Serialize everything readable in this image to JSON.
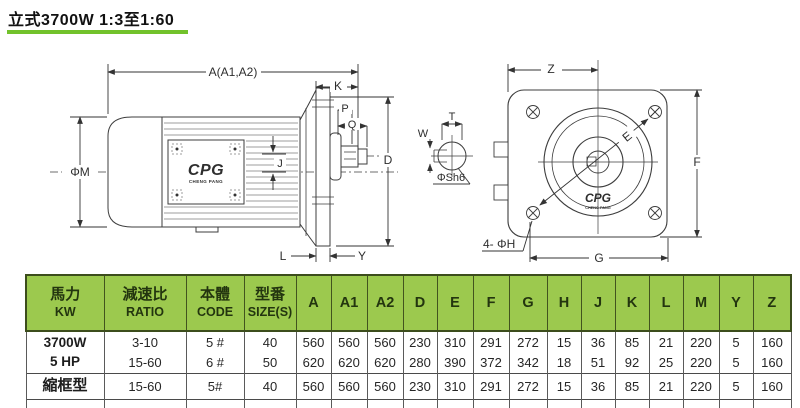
{
  "title": "立式3700W 1:3至1:60",
  "colors": {
    "accent_green": "#72c22b",
    "table_header_bg": "#9cc94e",
    "header_text": "#23350f"
  },
  "brand": {
    "logo": "CPG",
    "logo_sub": "CHENG PANG"
  },
  "diagram_labels": {
    "side_view": {
      "overall": "A(A1,A2)",
      "k": "K",
      "p": "P",
      "q": "Q",
      "d": "D",
      "j": "J",
      "phi_m": "ΦM",
      "l": "L",
      "y_dim": "Y"
    },
    "shaft_detail": {
      "t": "T",
      "w": "W",
      "shaft_dia": "ΦSh6"
    },
    "front_view": {
      "z": "Z",
      "e": "E",
      "f": "F",
      "g": "G",
      "holes": "4- ΦH"
    }
  },
  "table": {
    "headers": [
      {
        "line1": "馬力",
        "line2": "KW"
      },
      {
        "line1": "減速比",
        "line2": "RATIO"
      },
      {
        "line1": "本體",
        "line2": "CODE"
      },
      {
        "line1": "型番",
        "line2": "SIZE(S)"
      },
      {
        "line1": "A"
      },
      {
        "line1": "A1"
      },
      {
        "line1": "A2"
      },
      {
        "line1": "D"
      },
      {
        "line1": "E"
      },
      {
        "line1": "F"
      },
      {
        "line1": "G"
      },
      {
        "line1": "H"
      },
      {
        "line1": "J"
      },
      {
        "line1": "K"
      },
      {
        "line1": "L"
      },
      {
        "line1": "M"
      },
      {
        "line1": "Y"
      },
      {
        "line1": "Z"
      }
    ],
    "groups": [
      {
        "model_lines": [
          "3700W",
          "5 HP"
        ],
        "rows": [
          [
            "3-10",
            "5 #",
            "40",
            "560",
            "560",
            "560",
            "230",
            "310",
            "291",
            "272",
            "15",
            "36",
            "85",
            "21",
            "220",
            "5",
            "160"
          ],
          [
            "15-60",
            "6 #",
            "50",
            "620",
            "620",
            "620",
            "280",
            "390",
            "372",
            "342",
            "18",
            "51",
            "92",
            "25",
            "220",
            "5",
            "160"
          ]
        ]
      },
      {
        "model_lines": [
          "縮框型"
        ],
        "rows": [
          [
            "15-60",
            "5#",
            "40",
            "560",
            "560",
            "560",
            "230",
            "310",
            "291",
            "272",
            "15",
            "36",
            "85",
            "21",
            "220",
            "5",
            "160"
          ]
        ]
      }
    ]
  }
}
